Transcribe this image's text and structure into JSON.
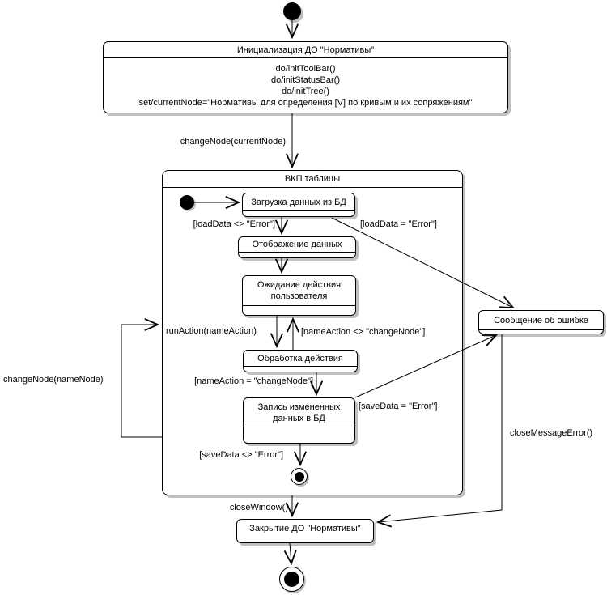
{
  "states": {
    "init": {
      "title": "Инициализация ДО \"Нормативы\"",
      "actions": [
        "do/initToolBar()",
        "do/initStatusBar()",
        "do/initTree()",
        "set/currentNode=\"Нормативы для определения [V] по кривым и их сопряжениям\""
      ]
    },
    "vkp": {
      "title": "ВКП таблицы"
    },
    "load": {
      "name": "Загрузка данных из БД"
    },
    "display": {
      "name": "Отображение данных"
    },
    "wait": {
      "lines": [
        "Ожидание действия",
        "пользователя"
      ]
    },
    "process": {
      "name": "Обработка действия"
    },
    "write": {
      "lines": [
        "Запись измененных",
        "данных в БД"
      ]
    },
    "error": {
      "name": "Сообщение об ошибке"
    },
    "close": {
      "name": "Закрытие ДО \"Нормативы\""
    }
  },
  "transitions": {
    "changeNodeCurrent": "changeNode(currentNode)",
    "loadOk": "[loadData <> \"Error\"]",
    "loadErr": "[loadData = \"Error\"]",
    "runAction": "runAction(nameAction)",
    "nameActionNeq": "[nameAction <> \"changeNode\"]",
    "nameActionEq": "[nameAction = \"changeNode\"]",
    "saveErr": "[saveData = \"Error\"]",
    "saveOk": "[saveData <> \"Error\"]",
    "changeNodeName": "changeNode(nameNode)",
    "closeWindow": "closeWindow()",
    "closeMessageError": "closeMessageError()"
  },
  "colors": {
    "line": "#000000",
    "fill": "#ffffff",
    "shadow": "#bfbfbf",
    "background": "#ffffff"
  }
}
